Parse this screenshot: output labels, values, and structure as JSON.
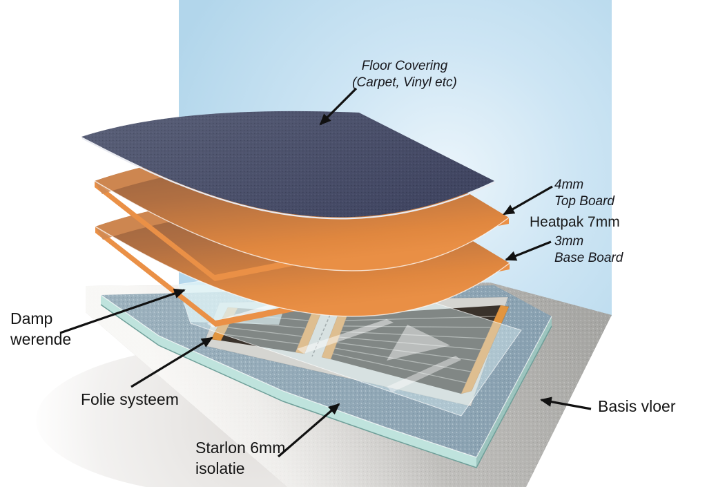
{
  "title": "Heatpak floor heating exploded layer diagram",
  "labels": {
    "floor_covering": {
      "line1": "Floor Covering",
      "line2": "(Carpet, Vinyl etc)"
    },
    "top_board": {
      "line1": "4mm",
      "line2": "Top Board"
    },
    "heatpak": {
      "text": "Heatpak 7mm"
    },
    "base_board": {
      "line1": "3mm",
      "line2": "Base Board"
    },
    "damp_werende": {
      "line1": "Damp",
      "line2": "werende"
    },
    "folie_systeem": {
      "text": "Folie systeem"
    },
    "starlon": {
      "line1": "Starlon 6mm",
      "line2": "isolatie"
    },
    "basis_vloer": {
      "text": "Basis vloer"
    }
  },
  "colors": {
    "wall": "#b6d8ec",
    "wall_glow": "#e9f4fb",
    "floor_covering": "#474c64",
    "board_surface": "#c97a3f",
    "board_edge": "#ea9046",
    "insulation_surface": "#92a8b6",
    "insulation_edge": "#bfe3dd",
    "heating_foil": "#3a322b",
    "foil_busbar": "#e2953f",
    "concrete": "#a8a8a5",
    "vapor_sheet": "#daf0f4",
    "arrow": "#111111"
  }
}
